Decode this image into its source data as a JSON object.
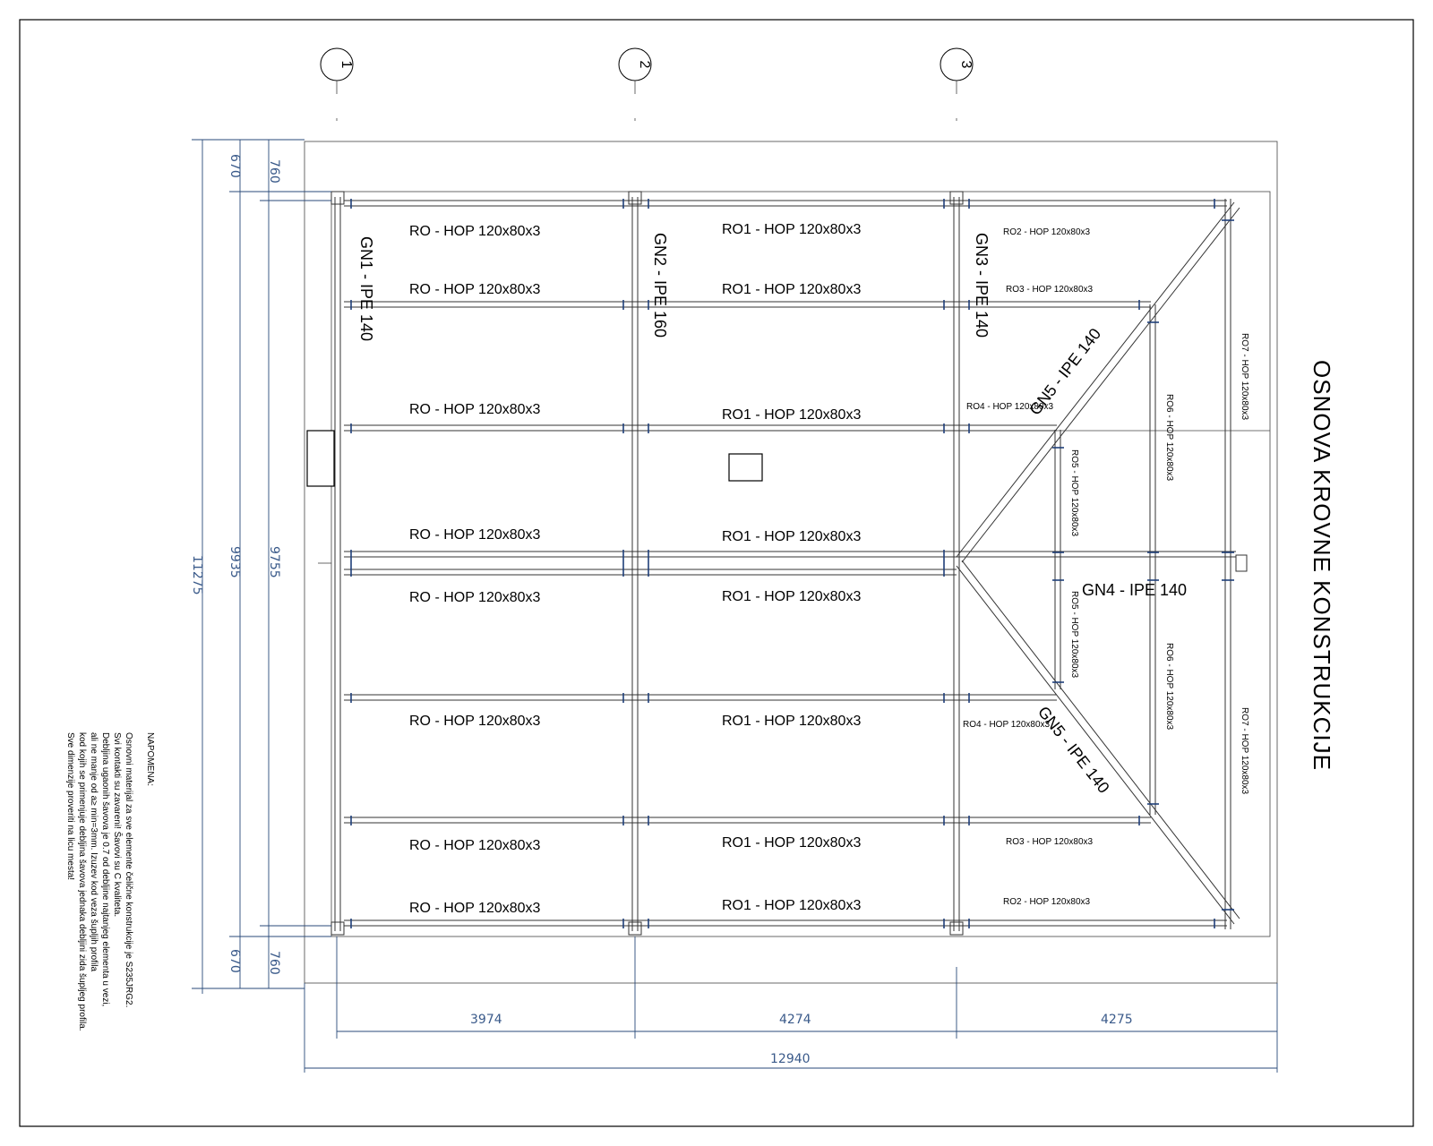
{
  "title": "OSNOVA KROVNE KONSTRUKCIJE",
  "axes": [
    "1",
    "2",
    "3"
  ],
  "girders": {
    "gn1": "GN1 - IPE 140",
    "gn2": "GN2 - IPE 160",
    "gn3": "GN3 - IPE 140",
    "gn4": "GN4 - IPE 140",
    "gn5_top": "GN5 - IPE 140",
    "gn5_bottom": "GN5 - IPE 140"
  },
  "purlins_bay1": [
    "RO - HOP 120x80x3",
    "RO - HOP 120x80x3",
    "RO - HOP 120x80x3",
    "RO - HOP 120x80x3",
    "RO - HOP 120x80x3",
    "RO - HOP 120x80x3",
    "RO - HOP 120x80x3",
    "RO - HOP 120x80x3"
  ],
  "purlins_bay2": [
    "RO1 - HOP 120x80x3",
    "RO1 - HOP 120x80x3",
    "RO1 - HOP 120x80x3",
    "RO1 - HOP 120x80x3",
    "RO1 - HOP 120x80x3",
    "RO1 - HOP 120x80x3",
    "RO1 - HOP 120x80x3",
    "RO1 - HOP 120x80x3"
  ],
  "purlins_bay3": {
    "ro2_top": "RO2 - HOP 120x80x3",
    "ro3_top": "RO3 - HOP 120x80x3",
    "ro4_top": "RO4 - HOP 120x80x3",
    "ro4_bottom": "RO4 - HOP 120x80x3",
    "ro3_bottom": "RO3 - HOP 120x80x3",
    "ro2_bottom": "RO2 - HOP 120x80x3",
    "ro5_top": "RO5 - HOP 120x80x3",
    "ro5_bottom": "RO5 - HOP 120x80x3",
    "ro6_top": "RO6 - HOP 120x80x3",
    "ro6_bottom": "RO6 - HOP 120x80x3",
    "ro7_top": "RO7 - HOP 120x80x3",
    "ro7_bottom": "RO7 - HOP 120x80x3"
  },
  "dimensions": {
    "bottom": [
      "3974",
      "4274",
      "4275"
    ],
    "total": "12940",
    "left_outer": "11275",
    "left_mid": "9935",
    "left_inner": "9755",
    "top_a": "670",
    "top_b": "760",
    "bottom_a": "670",
    "bottom_b": "760"
  },
  "note": {
    "heading": "NAPOMENA:",
    "lines": [
      "Osnovni materijal za sve elemente čelične konstrukcije je S235JRG2.",
      "Svi kontakti su zavareni! Šavovi su C kvaliteta.",
      "Debljina ugaonih šavova je 0.7 od debljine najtanjeg elementa u vezi,",
      "ali ne manje od a≥ min=3mm. Izuzev kod veza šupljih profila",
      "kod kojih se primenjuje debljina šavova jednaka debljini zida šupljeg profila.",
      "Sve dimenzije proveriti na licu mesta!"
    ]
  }
}
